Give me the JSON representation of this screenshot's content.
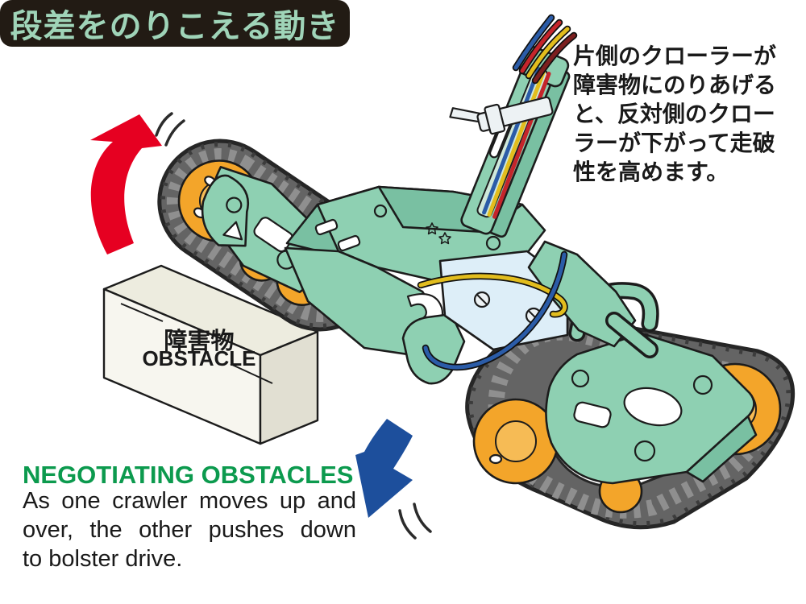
{
  "title_badge": {
    "text": "段差をのりこえる動き"
  },
  "description_jp": {
    "lines": [
      "片側のクローラーが",
      "障害物にのりあげる",
      "と、反対側のクロー",
      "ラーが下がって走破",
      "性を高めます。"
    ]
  },
  "obstacle": {
    "label_jp": "障害物",
    "label_en": "OBSTACLE"
  },
  "caption": {
    "heading": "NEGOTIATING OBSTACLES",
    "body_lines": [
      "As one crawler moves up and",
      "over, the other pushes down",
      "to bolster drive."
    ]
  },
  "icons": {
    "up_arrow": "red-curved-up-arrow",
    "down_arrow": "blue-curved-down-arrow",
    "motion_lines": "speed-tick-marks"
  },
  "colors": {
    "badge_bg": "#221b14",
    "badge_text": "#9fd4b8",
    "text_black": "#1a1a1a",
    "heading_green": "#0c9a4e",
    "arrow_red": "#e60021",
    "arrow_blue": "#1d4f9c",
    "machine_green": "#8ed0b2",
    "machine_green_dark": "#79c0a2",
    "wheel_orange": "#f3a52a",
    "wheel_orange_hub": "#f6bb55",
    "track_gray": "#646464",
    "track_light": "#8f8f8f",
    "track_outline": "#262626",
    "outline": "#1c1c1c",
    "gearbox_blue": "#ddeef8",
    "wire_yellow": "#e2bd1d",
    "wire_blue": "#2b5ca8",
    "wire_red": "#c5252b",
    "wire_maroon": "#7c1f1f",
    "tie_white": "#edf2f4",
    "box_top": "#edecdf",
    "box_front": "#f7f6ef",
    "box_side": "#e1dfd2"
  }
}
